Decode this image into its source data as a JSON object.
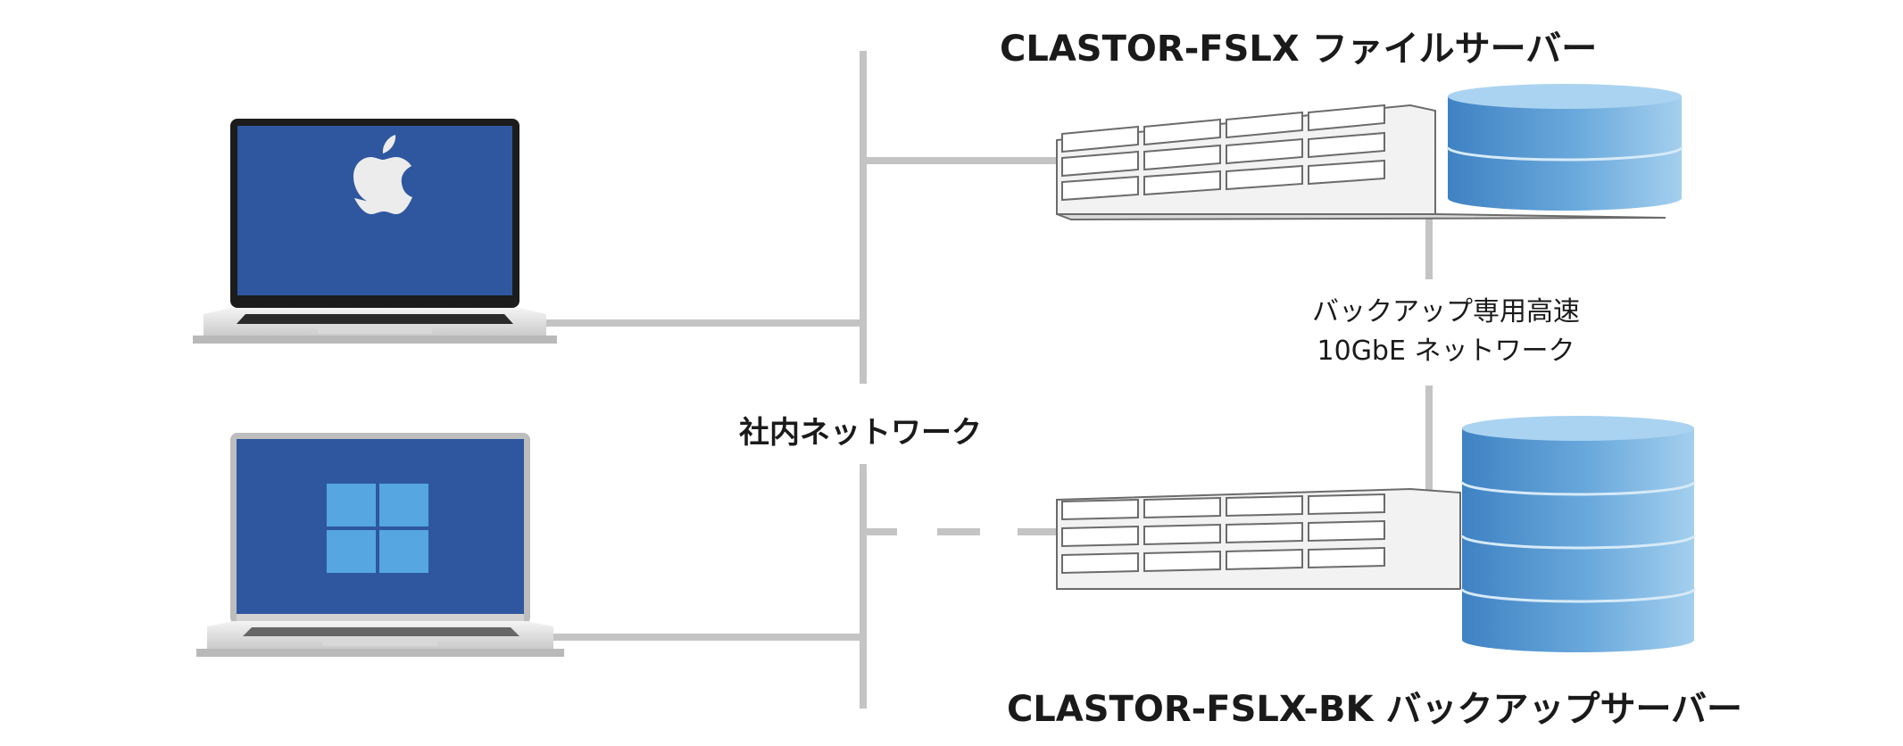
{
  "diagram": {
    "server_title": "CLASTOR-FSLX ファイルサーバー",
    "backup_title": "CLASTOR-FSLX-BK バックアップサーバー",
    "network_label": "社内ネットワーク",
    "backup_link_label_line1": "バックアップ専用高速",
    "backup_link_label_line2": "10GbE ネットワーク"
  },
  "nodes": [
    {
      "name": "mac-laptop",
      "os_icon": "apple-logo-icon"
    },
    {
      "name": "windows-laptop",
      "os_icon": "windows-logo-icon"
    },
    {
      "name": "file-server",
      "icon": "rack-server-icon"
    },
    {
      "name": "backup-server",
      "icon": "rack-server-icon"
    }
  ],
  "colors": {
    "screen_blue": "#2f57a0",
    "line_gray": "#c4c4c4",
    "db_blue": "#5b9fd6",
    "db_light": "#a9d2f0"
  }
}
